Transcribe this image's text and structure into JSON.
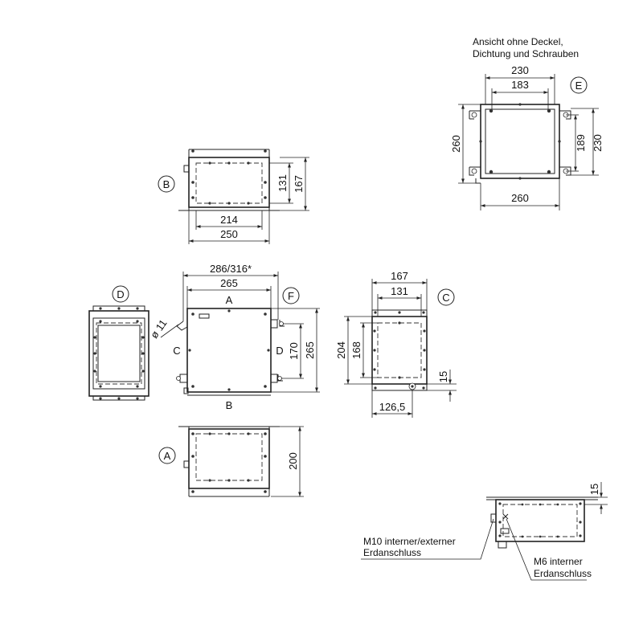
{
  "notes": {
    "view_e_line1": "Ansicht ohne Deckel,",
    "view_e_line2": "Dichtung und Schrauben",
    "ground_ext_line1": "M10 interner/externer",
    "ground_ext_line2": "Erdanschluss",
    "ground_int_line1": "M6 interner",
    "ground_int_line2": "Erdanschluss"
  },
  "views": {
    "a": "A",
    "b": "B",
    "c": "C",
    "d": "D",
    "e": "E",
    "f": "F"
  },
  "side_labels": {
    "top": "A",
    "bottom": "B",
    "left": "C",
    "right": "D"
  },
  "dimensions": {
    "e_230_top": "230",
    "e_183": "183",
    "e_260_left": "260",
    "e_189": "189",
    "e_230_right": "230",
    "e_260_bottom": "260",
    "b_131": "131",
    "b_167": "167",
    "b_214": "214",
    "b_250": "250",
    "f_286": "286/316*",
    "f_265_top": "265",
    "f_170": "170",
    "f_265_right": "265",
    "f_d11": "ø 11",
    "c_167": "167",
    "c_131": "131",
    "c_204": "204",
    "c_168": "168",
    "c_15": "15",
    "c_1265": "126,5",
    "a_200": "200",
    "g_15": "15"
  }
}
